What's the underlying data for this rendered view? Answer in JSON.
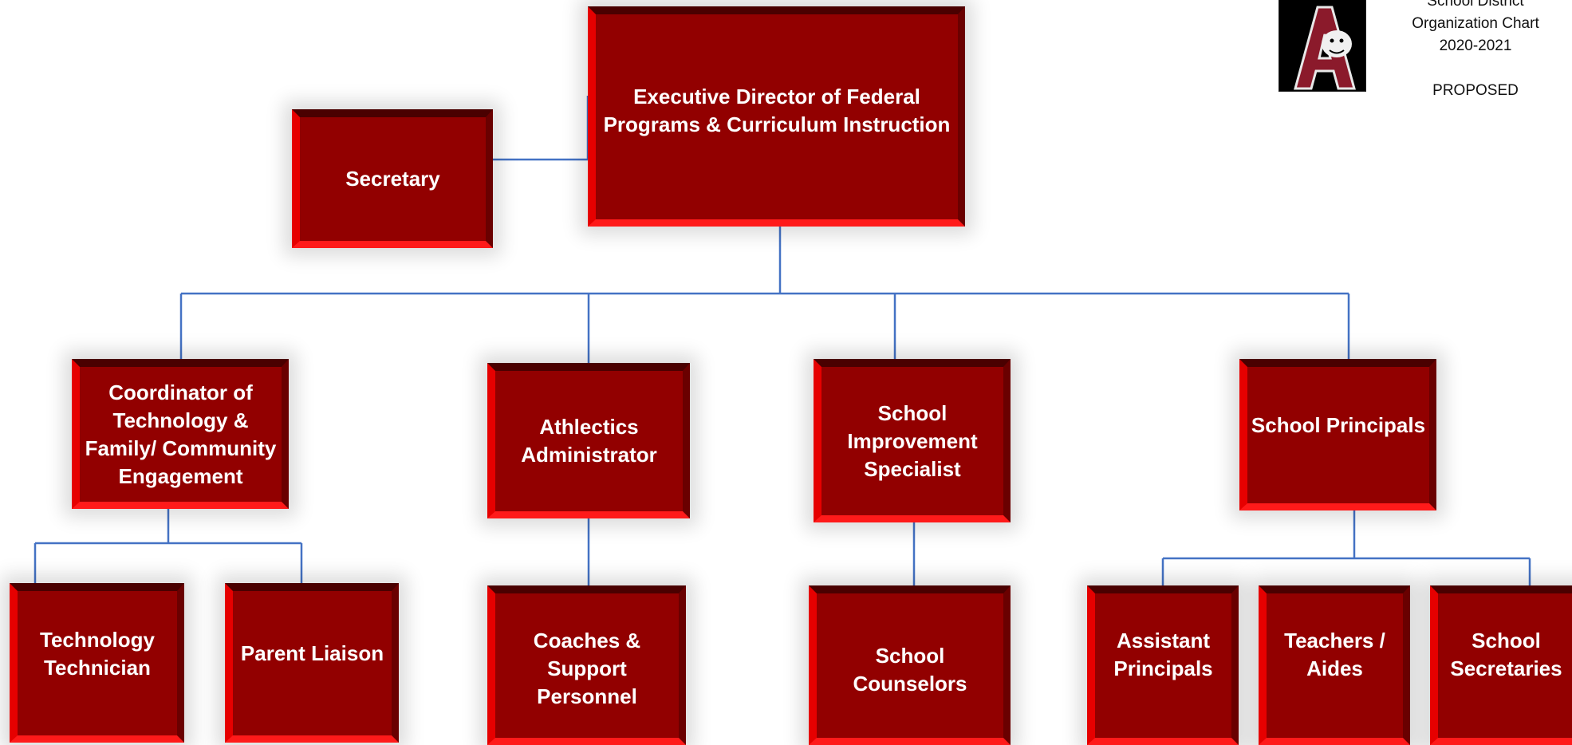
{
  "header": {
    "title_line_cut": "School District",
    "title_line": "Organization Chart",
    "year": "2020-2021",
    "status": "PROPOSED"
  },
  "positions": {
    "executive": "Executive Director of Federal Programs & Curriculum Instruction",
    "secretary": "Secretary",
    "coordinator": "Coordinator of Technology & Family/ Community Engagement",
    "athletics": "Athlectics Administrator",
    "school_improvement": "School Improvement Specialist",
    "principals": "School Principals",
    "tech_technician": "Technology Technician",
    "parent_liaison": "Parent Liaison",
    "coaches": "Coaches & Support Personnel",
    "counselors": "School Counselors",
    "assistant_principals": "Assistant Principals",
    "teachers": "Teachers / Aides",
    "school_secretaries": "School Secretaries"
  },
  "colors": {
    "box_fill": "#920000",
    "connector": "#4472c4"
  }
}
